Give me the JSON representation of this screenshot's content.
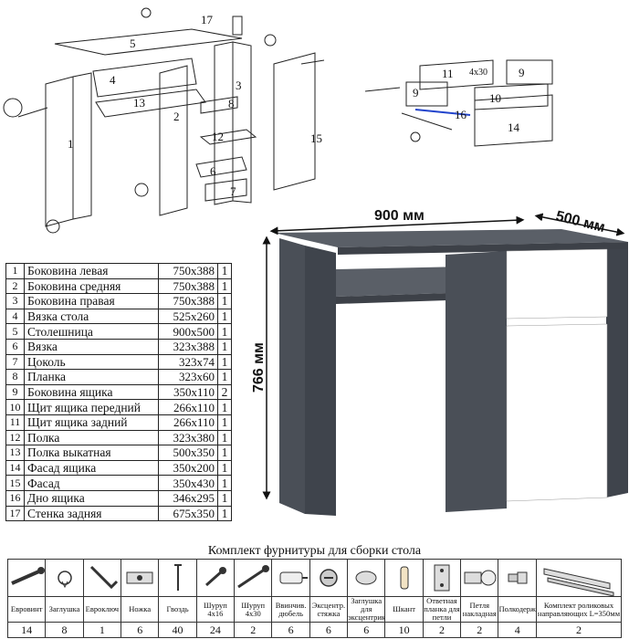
{
  "diagram": {
    "left_labels": [
      "1",
      "2",
      "3",
      "4",
      "5",
      "6",
      "7",
      "8",
      "12",
      "13",
      "15",
      "17"
    ],
    "right_labels": [
      "9",
      "9",
      "10",
      "11",
      "14",
      "16",
      "4x30"
    ]
  },
  "dimensions": {
    "width": "900 мм",
    "depth": "500 мм",
    "height": "766 мм"
  },
  "colors": {
    "body": "#4a4f57",
    "front": "#ffffff",
    "outline": "#222222"
  },
  "parts": [
    {
      "n": "1",
      "name": "Боковина левая",
      "size": "750x388",
      "qty": "1"
    },
    {
      "n": "2",
      "name": "Боковина средняя",
      "size": "750x388",
      "qty": "1"
    },
    {
      "n": "3",
      "name": "Боковина правая",
      "size": "750x388",
      "qty": "1"
    },
    {
      "n": "4",
      "name": "Вязка стола",
      "size": "525x260",
      "qty": "1"
    },
    {
      "n": "5",
      "name": "Столешница",
      "size": "900x500",
      "qty": "1"
    },
    {
      "n": "6",
      "name": "Вязка",
      "size": "323x388",
      "qty": "1"
    },
    {
      "n": "7",
      "name": "Цоколь",
      "size": "323x74",
      "qty": "1"
    },
    {
      "n": "8",
      "name": "Планка",
      "size": "323x60",
      "qty": "1"
    },
    {
      "n": "9",
      "name": "Боковина ящика",
      "size": "350x110",
      "qty": "2"
    },
    {
      "n": "10",
      "name": "Щит ящика передний",
      "size": "266x110",
      "qty": "1"
    },
    {
      "n": "11",
      "name": "Щит ящика задний",
      "size": "266x110",
      "qty": "1"
    },
    {
      "n": "12",
      "name": "Полка",
      "size": "323x380",
      "qty": "1"
    },
    {
      "n": "13",
      "name": "Полка выкатная",
      "size": "500x350",
      "qty": "1"
    },
    {
      "n": "14",
      "name": "Фасад ящика",
      "size": "350x200",
      "qty": "1"
    },
    {
      "n": "15",
      "name": "Фасад",
      "size": "350x430",
      "qty": "1"
    },
    {
      "n": "16",
      "name": "Дно ящика",
      "size": "346x295",
      "qty": "1"
    },
    {
      "n": "17",
      "name": "Стенка задняя",
      "size": "675x350",
      "qty": "1"
    }
  ],
  "hardware": {
    "title": "Комплект фурнитуры для сборки стола",
    "items": [
      {
        "name": "Евровинт",
        "qty": "14",
        "icon": "screw-icon"
      },
      {
        "name": "Заглушка",
        "qty": "8",
        "icon": "cap-icon"
      },
      {
        "name": "Евроключ",
        "qty": "1",
        "icon": "hex-key-icon"
      },
      {
        "name": "Ножка",
        "qty": "6",
        "icon": "foot-icon"
      },
      {
        "name": "Гвоздь",
        "qty": "40",
        "icon": "nail-icon"
      },
      {
        "name": "Шуруп 4x16",
        "qty": "24",
        "icon": "short-screw-icon"
      },
      {
        "name": "Шуруп 4x30",
        "qty": "2",
        "icon": "long-screw-icon"
      },
      {
        "name": "Ввинчив. дюбель",
        "qty": "6",
        "icon": "dowel-icon"
      },
      {
        "name": "Эксцентр. стяжка",
        "qty": "6",
        "icon": "cam-lock-icon"
      },
      {
        "name": "Заглушка для эксцентрика",
        "qty": "6",
        "icon": "cam-cap-icon"
      },
      {
        "name": "Шкант",
        "qty": "10",
        "icon": "wood-dowel-icon"
      },
      {
        "name": "Ответная планка для петли",
        "qty": "2",
        "icon": "hinge-plate-icon"
      },
      {
        "name": "Петля накладная",
        "qty": "2",
        "icon": "hinge-icon"
      },
      {
        "name": "Полкодержатель",
        "qty": "4",
        "icon": "shelf-pin-icon"
      },
      {
        "name": "Комплект роликовых направляющих L=350мм",
        "qty": "2",
        "icon": "drawer-slide-icon"
      }
    ]
  }
}
